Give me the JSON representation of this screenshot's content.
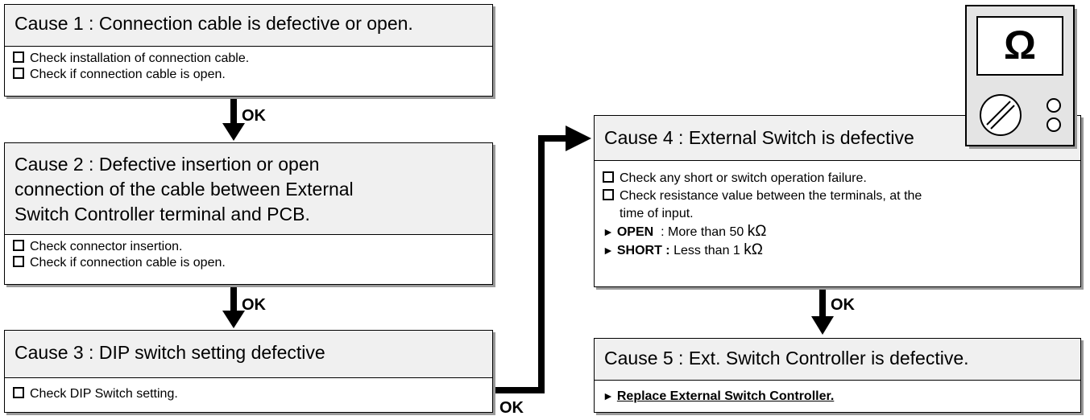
{
  "cause1": {
    "title": "Cause 1 : Connection cable is defective or open.",
    "checks": [
      "Check installation of connection cable.",
      "Check if connection cable is open."
    ]
  },
  "cause2": {
    "title_lines": [
      "Cause 2 : Defective insertion or open",
      "connection of the cable between External",
      "Switch Controller terminal and PCB."
    ],
    "checks": [
      "Check connector insertion.",
      "Check if connection cable is open."
    ]
  },
  "cause3": {
    "title": "Cause 3 : DIP switch setting defective",
    "checks": [
      "Check DIP Switch setting."
    ]
  },
  "cause4": {
    "title": "Cause 4 : External Switch is defective",
    "checks": [
      "Check any short or switch operation failure.",
      "Check resistance value between the terminals, at the"
    ],
    "check_continuation": "time of input.",
    "open_label": "OPEN",
    "open_value": ": More than 50 ",
    "short_label": "SHORT :",
    "short_value": " Less than 1 ",
    "unit": "kΩ"
  },
  "cause5": {
    "title": "Cause 5 : Ext. Switch Controller is defective.",
    "action": "Replace External Switch Controller."
  },
  "meter": {
    "symbol": "Ω"
  },
  "ok_label": "OK"
}
